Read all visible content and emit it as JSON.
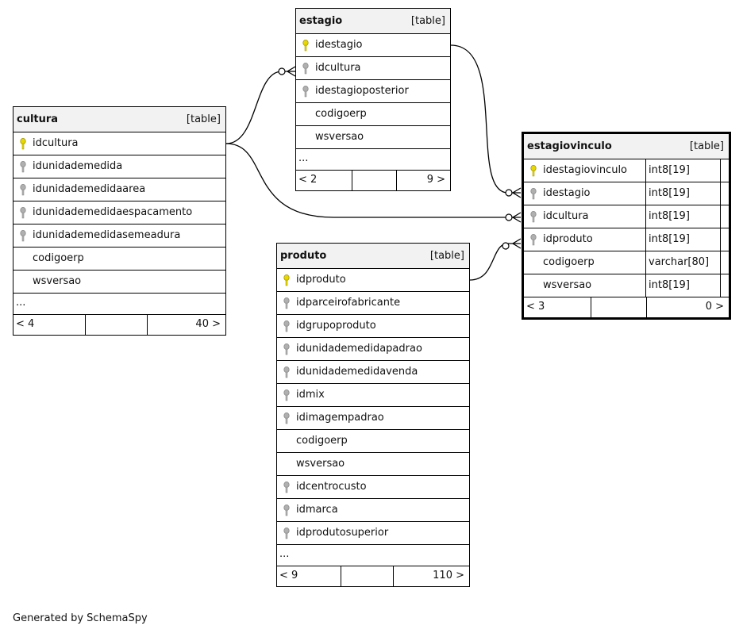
{
  "tables": [
    {
      "id": "cultura",
      "name": "cultura",
      "type": "[table]",
      "columns": [
        {
          "name": "idcultura",
          "key": "pk"
        },
        {
          "name": "idunidademedida",
          "key": "fk"
        },
        {
          "name": "idunidademedidaarea",
          "key": "fk"
        },
        {
          "name": "idunidademedidaespacamento",
          "key": "fk"
        },
        {
          "name": "idunidademedidasemeadura",
          "key": "fk"
        },
        {
          "name": "codigoerp",
          "key": ""
        },
        {
          "name": "wsversao",
          "key": ""
        }
      ],
      "more": "...",
      "parents": "< 4",
      "children": "40 >"
    },
    {
      "id": "estagio",
      "name": "estagio",
      "type": "[table]",
      "columns": [
        {
          "name": "idestagio",
          "key": "pk"
        },
        {
          "name": "idcultura",
          "key": "fk"
        },
        {
          "name": "idestagioposterior",
          "key": "fk"
        },
        {
          "name": "codigoerp",
          "key": ""
        },
        {
          "name": "wsversao",
          "key": ""
        }
      ],
      "more": "...",
      "parents": "< 2",
      "children": "9 >"
    },
    {
      "id": "produto",
      "name": "produto",
      "type": "[table]",
      "columns": [
        {
          "name": "idproduto",
          "key": "pk"
        },
        {
          "name": "idparceirofabricante",
          "key": "fk"
        },
        {
          "name": "idgrupoproduto",
          "key": "fk"
        },
        {
          "name": "idunidademedidapadrao",
          "key": "fk"
        },
        {
          "name": "idunidademedidavenda",
          "key": "fk"
        },
        {
          "name": "idmix",
          "key": "fk"
        },
        {
          "name": "idimagempadrao",
          "key": "fk"
        },
        {
          "name": "codigoerp",
          "key": ""
        },
        {
          "name": "wsversao",
          "key": ""
        },
        {
          "name": "idcentrocusto",
          "key": "fk"
        },
        {
          "name": "idmarca",
          "key": "fk"
        },
        {
          "name": "idprodutosuperior",
          "key": "fk"
        }
      ],
      "more": "...",
      "parents": "< 9",
      "children": "110 >"
    },
    {
      "id": "estagiovinculo",
      "name": "estagiovinculo",
      "type": "[table]",
      "columns": [
        {
          "name": "idestagiovinculo",
          "key": "pk",
          "dtype": "int8[19]"
        },
        {
          "name": "idestagio",
          "key": "fk",
          "dtype": "int8[19]"
        },
        {
          "name": "idcultura",
          "key": "fk",
          "dtype": "int8[19]"
        },
        {
          "name": "idproduto",
          "key": "fk",
          "dtype": "int8[19]"
        },
        {
          "name": "codigoerp",
          "key": "",
          "dtype": "varchar[80]"
        },
        {
          "name": "wsversao",
          "key": "",
          "dtype": "int8[19]"
        }
      ],
      "parents": "< 3",
      "children": "0 >"
    }
  ],
  "colors": {
    "pk_key": "#e8d800",
    "fk_key": "#b0b0b0",
    "header_bg": "#f2f2f2"
  },
  "footer": {
    "credit": "Generated by SchemaSpy"
  }
}
